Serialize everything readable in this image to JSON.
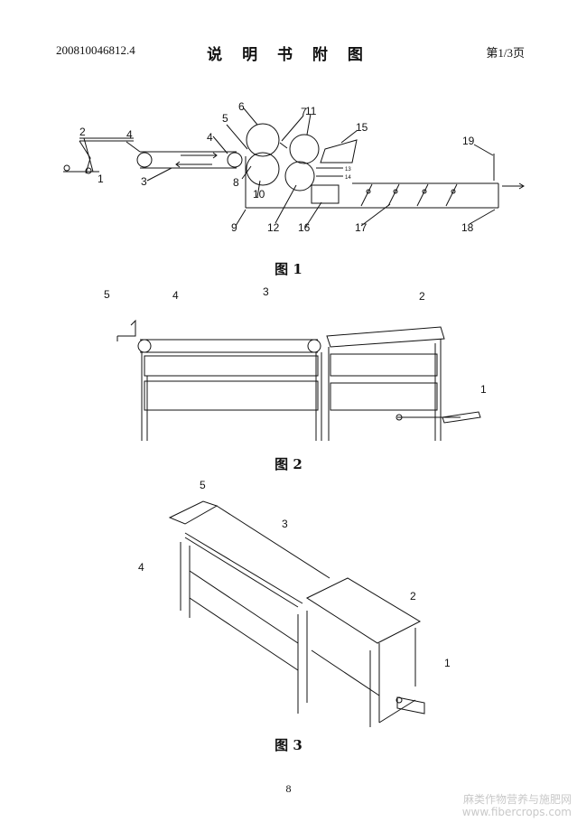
{
  "header": {
    "application_number": "200810046812.4",
    "title": "说 明 书 附 图",
    "page": "第1/3页"
  },
  "figures": [
    {
      "caption": "图 1",
      "labels": [
        "1",
        "2",
        "3",
        "4",
        "4",
        "5",
        "6",
        "7",
        "8",
        "9",
        "10",
        "11",
        "12",
        "13",
        "14",
        "15",
        "16",
        "17",
        "18",
        "19"
      ]
    },
    {
      "caption": "图 2",
      "labels": [
        "1",
        "2",
        "3",
        "4",
        "5"
      ]
    },
    {
      "caption": "图 3",
      "labels": [
        "1",
        "2",
        "3",
        "4",
        "5"
      ]
    }
  ],
  "footer": {
    "page_number": "8",
    "watermark_line1": "麻类作物营养与施肥网",
    "watermark_line2": "www.fibercrops.com"
  }
}
